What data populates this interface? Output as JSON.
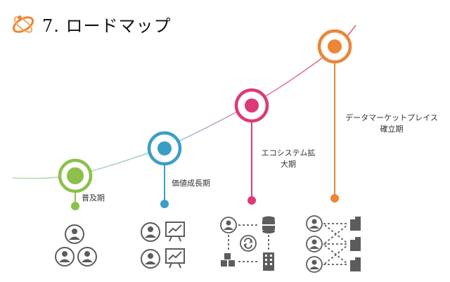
{
  "header": {
    "title": "7. ロードマップ",
    "logo_icon": "orbit-logo-icon"
  },
  "colors": {
    "green": "#8cc04a",
    "blue": "#3b9dc7",
    "pink": "#db3a78",
    "orange": "#ec8536",
    "icon_gray": "#5c5c5c"
  },
  "roadmap": {
    "stages": [
      {
        "label": "普及期",
        "color": "#8cc04a",
        "icon": "users-group-icon"
      },
      {
        "label": "価値成長期",
        "color": "#3b9dc7",
        "icon": "users-presentation-icon"
      },
      {
        "label_line1": "エコシステム拡",
        "label_line2": "大期",
        "color": "#db3a78",
        "icon": "ecosystem-network-icon"
      },
      {
        "label_line1": "データマーケットプレイス",
        "label_line2": "確立期",
        "color": "#ec8536",
        "icon": "data-marketplace-icon"
      }
    ]
  }
}
